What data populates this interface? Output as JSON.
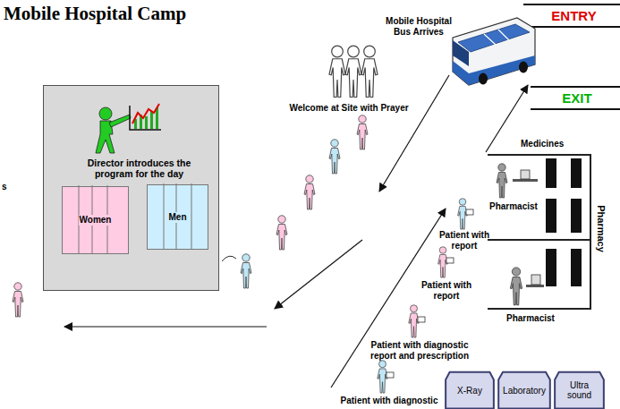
{
  "diagram": {
    "title": "Mobile Hospital Camp",
    "nodes": [
      {
        "text": [
          "Director introduces the program for the day"
        ]
      },
      {
        "text": [
          "Women"
        ],
        "in": 0
      },
      {
        "text": [
          "Men"
        ],
        "in": 0
      },
      {
        "text": [
          "Medicines",
          "Pharmacy"
        ]
      },
      {
        "text": [
          "X-Ray"
        ]
      },
      {
        "text": [
          "Laboratory"
        ]
      },
      {
        "text": [
          "Ultra sound"
        ]
      }
    ],
    "labels": [
      "s",
      "ENTRY",
      "EXIT",
      "Mobile Hospital Bus Arrives",
      "Welcome at Site with Prayer",
      "Pharmacist",
      "Pharmacist",
      "Patient with report",
      "Patient with report",
      "Patient with diagnostic report and prescription",
      "Patient with diagnostic"
    ]
  }
}
